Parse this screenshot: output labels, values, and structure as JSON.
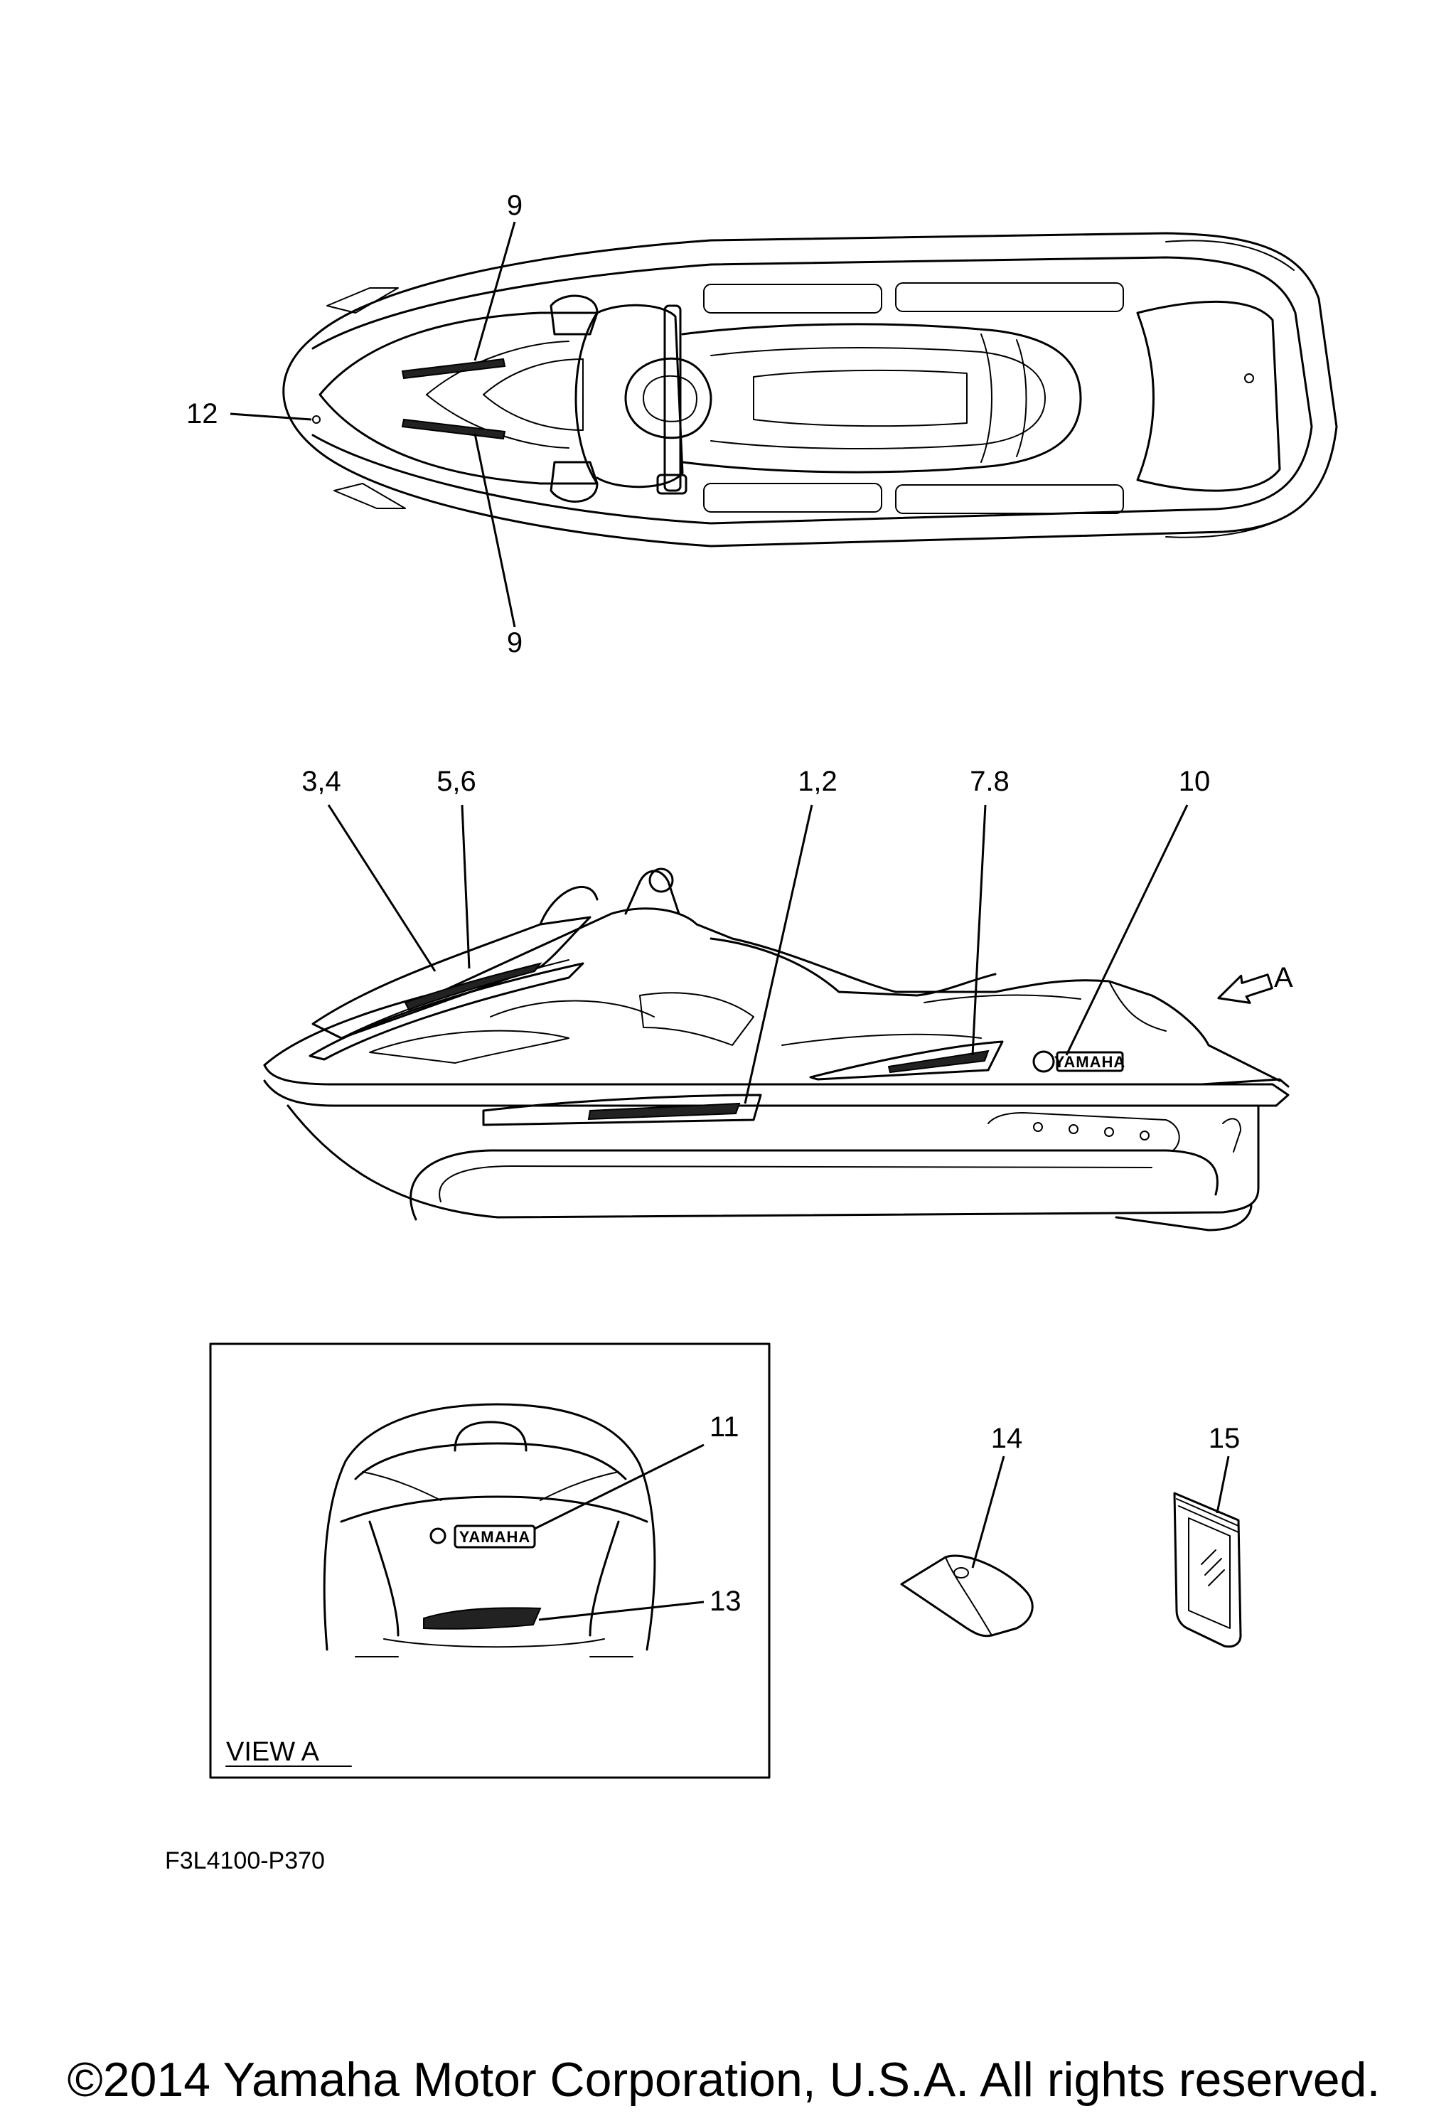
{
  "callouts": {
    "top_upper": "9",
    "top_lower": "9",
    "bow_point": "12",
    "side_a": "3,4",
    "side_b": "5,6",
    "side_c": "1,2",
    "side_d": "7.8",
    "side_e": "10",
    "view_arrow": "A",
    "rear_upper": "11",
    "rear_lower": "13",
    "part_14": "14",
    "part_15": "15"
  },
  "view_label": "VIEW A",
  "drawing_code": "F3L4100-P370",
  "copyright": "©2014 Yamaha Motor Corporation, U.S.A. All rights reserved."
}
